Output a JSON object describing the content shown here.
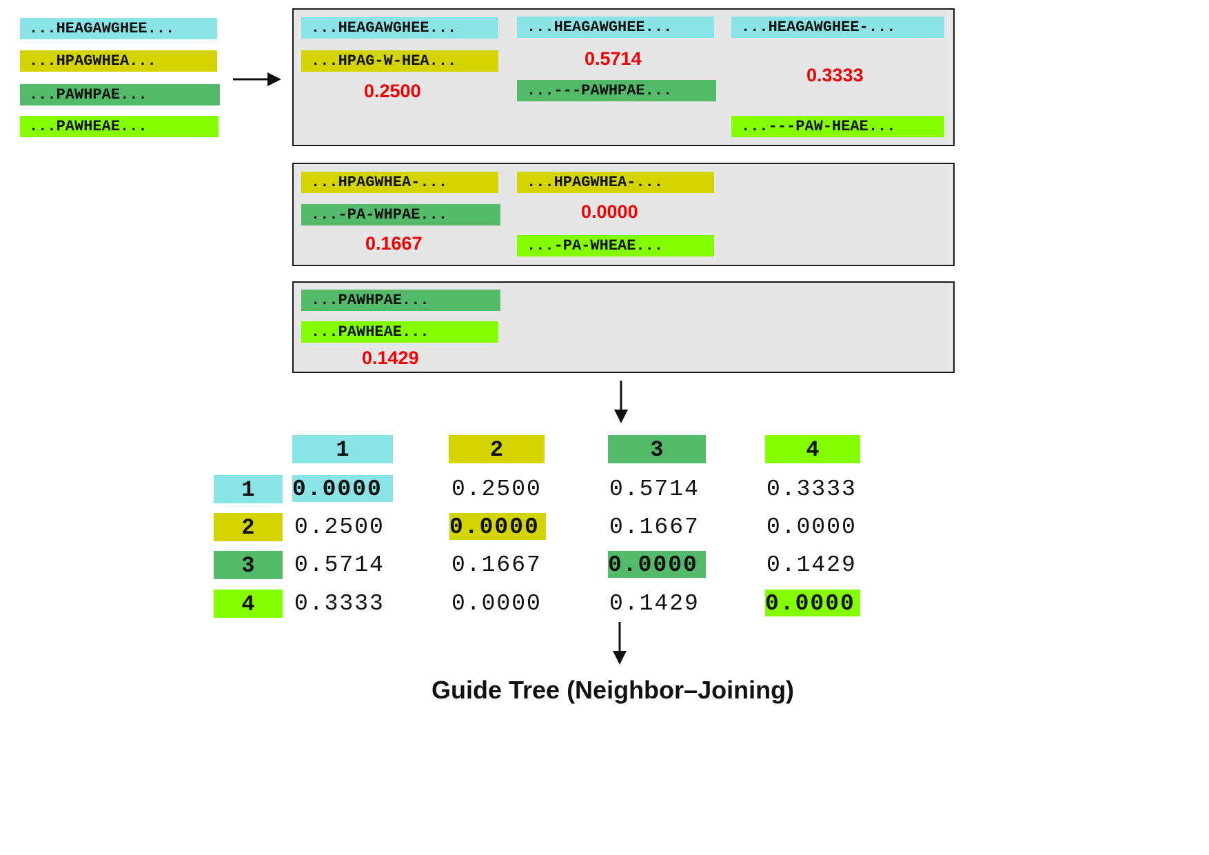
{
  "colors": {
    "seq1": "#8ae4e6",
    "seq2": "#d4d400",
    "seq3": "#52ba68",
    "seq4": "#84ff00",
    "score": "#f00000",
    "panel_bg": "#e6e6e6"
  },
  "input_sequences": [
    "...HEAGAWGHEE...",
    "...HPAGWHEA...",
    "...PAWHPAE...",
    "...PAWHEAE..."
  ],
  "pairwise_alignments": {
    "p12": {
      "top": "...HEAGAWGHEE...",
      "bottom": "...HPAG-W-HEA...",
      "score": "0.2500"
    },
    "p13": {
      "top": "...HEAGAWGHEE...",
      "bottom": "...---PAWHPAE...",
      "score": "0.5714"
    },
    "p14": {
      "top": "...HEAGAWGHEE-...",
      "bottom": "...---PAW-HEAE...",
      "score": "0.3333"
    },
    "p23": {
      "top": "...HPAGWHEA-...",
      "bottom": "...-PA-WHPAE...",
      "score": "0.1667"
    },
    "p24": {
      "top": "...HPAGWHEA-...",
      "bottom": "...-PA-WHEAE...",
      "score": "0.0000"
    },
    "p34": {
      "top": "...PAWHPAE...",
      "bottom": "...PAWHEAE...",
      "score": "0.1429"
    }
  },
  "matrix": {
    "col_headers": [
      "1",
      "2",
      "3",
      "4"
    ],
    "row_headers": [
      "1",
      "2",
      "3",
      "4"
    ],
    "rows": [
      [
        "0.0000",
        "0.2500",
        "0.5714",
        "0.3333"
      ],
      [
        "0.2500",
        "0.0000",
        "0.1667",
        "0.0000"
      ],
      [
        "0.5714",
        "0.1667",
        "0.0000",
        "0.1429"
      ],
      [
        "0.3333",
        "0.0000",
        "0.1429",
        "0.0000"
      ]
    ]
  },
  "caption": "Guide Tree (Neighbor–Joining)"
}
